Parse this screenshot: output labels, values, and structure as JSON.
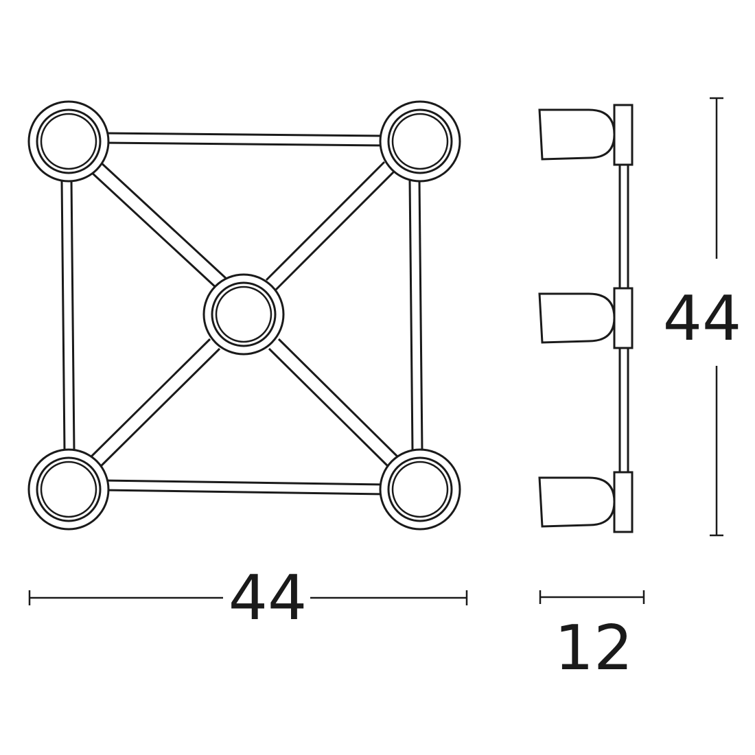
{
  "dimensions": {
    "width_label": "44",
    "height_label": "44",
    "depth_label": "12"
  },
  "colors": {
    "line": "#1a1a1a",
    "background": "#ffffff"
  }
}
